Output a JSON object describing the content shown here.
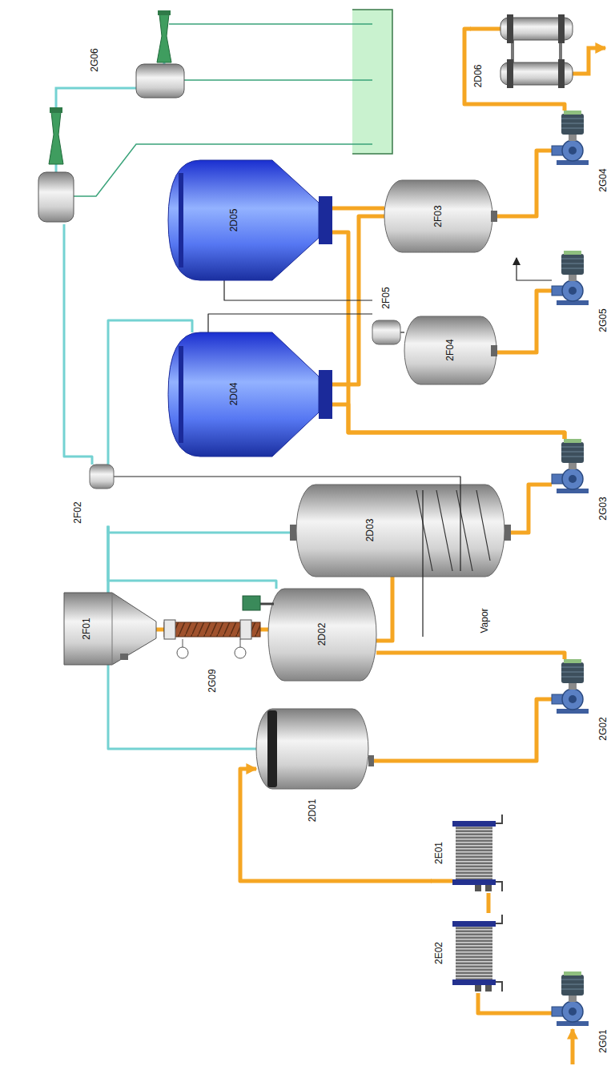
{
  "diagram": {
    "nodes": [
      {
        "text": [
          "2G01"
        ]
      },
      {
        "text": [
          "2E02"
        ]
      },
      {
        "text": [
          "2E01"
        ]
      },
      {
        "text": [
          "2D01"
        ]
      },
      {
        "text": [
          "2G02"
        ]
      },
      {
        "text": [
          "2F01"
        ]
      },
      {
        "text": [
          "2G09"
        ]
      },
      {
        "text": [
          "2D02"
        ]
      },
      {
        "text": [
          "2D03"
        ]
      },
      {
        "text": [
          "2G03"
        ]
      },
      {
        "text": [
          "2F02"
        ]
      },
      {
        "text": [
          "2D04"
        ]
      },
      {
        "text": [
          "2D05"
        ]
      },
      {
        "text": [
          "2F05"
        ]
      },
      {
        "text": [
          "2F04"
        ]
      },
      {
        "text": [
          "2F03"
        ]
      },
      {
        "text": [
          "2G05"
        ]
      },
      {
        "text": [
          "2G04"
        ]
      },
      {
        "text": [
          "2D06"
        ]
      },
      {
        "text": [
          "2G06"
        ]
      }
    ],
    "edges": [
      {
        "from": 0,
        "to": 1,
        "arrow": "none"
      },
      {
        "from": 1,
        "to": 2,
        "arrow": "none"
      },
      {
        "from": 2,
        "to": 3,
        "arrow": "to"
      },
      {
        "from": 3,
        "to": 4,
        "arrow": "none"
      },
      {
        "from": 4,
        "to": 7,
        "arrow": "none"
      },
      {
        "from": 5,
        "to": 6,
        "arrow": "none"
      },
      {
        "from": 6,
        "to": 7,
        "arrow": "none"
      },
      {
        "from": 7,
        "to": 8,
        "arrow": "none"
      },
      {
        "from": 8,
        "to": 9,
        "arrow": "none"
      },
      {
        "from": 9,
        "to": 11,
        "arrow": "none"
      },
      {
        "from": 9,
        "to": 12,
        "arrow": "none"
      },
      {
        "from": 11,
        "to": 15,
        "arrow": "none"
      },
      {
        "from": 12,
        "to": 15,
        "arrow": "none"
      },
      {
        "from": 11,
        "to": 13,
        "arrow": "none"
      },
      {
        "from": 12,
        "to": 13,
        "arrow": "none"
      },
      {
        "from": 13,
        "to": 14,
        "arrow": "none"
      },
      {
        "from": 14,
        "to": 16,
        "arrow": "none"
      },
      {
        "from": 15,
        "to": 17,
        "arrow": "none"
      },
      {
        "from": 17,
        "to": 18,
        "arrow": "none"
      },
      {
        "from": 3,
        "to": 10,
        "arrow": "none"
      },
      {
        "from": 5,
        "to": 10,
        "arrow": "none"
      },
      {
        "from": 7,
        "to": 10,
        "arrow": "none"
      },
      {
        "from": 8,
        "to": 10,
        "arrow": "none"
      },
      {
        "from": 11,
        "to": 10,
        "arrow": "none"
      },
      {
        "from": 10,
        "to": 19,
        "arrow": "none"
      },
      {
        "from": 10,
        "to": 8,
        "arrow": "none"
      }
    ],
    "labels": [
      "Vapor"
    ]
  }
}
